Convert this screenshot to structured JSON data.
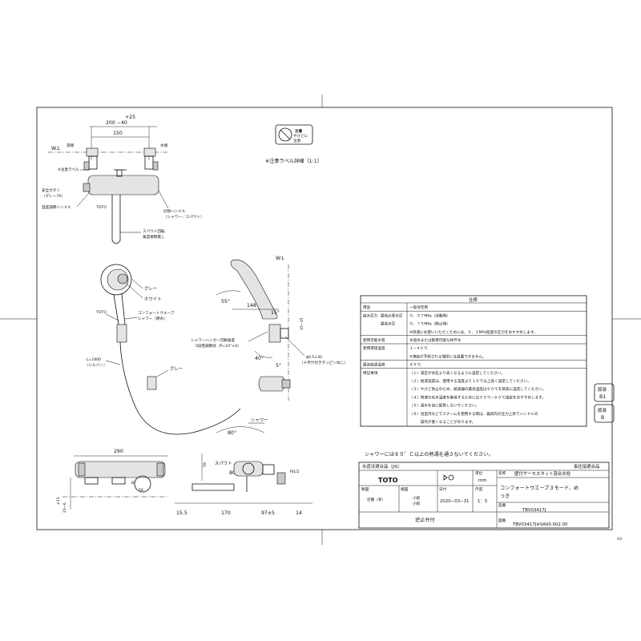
{
  "front_view": {
    "dim_pm": "+25",
    "dim_top": "200  −40",
    "dim_150": "150",
    "wl": "W.L",
    "hot_side": "湯側",
    "cold_side": "水側",
    "caution_label": "※注意ラベル",
    "safety_button": "安全ボタン",
    "safety_button_color": "（グレー70）",
    "temp_handle": "温度調節ハンドル",
    "brand_small": "TOTO",
    "switch_handle": "切替ハンドル",
    "switch_handle_sub": "（シャワー／スパウト）",
    "spout_rotation": "スパウト回転",
    "spout_rotation_sub": "角度規制無し"
  },
  "label_detail": {
    "title": "※注意ラベル詳細（1:1）",
    "text1": "やけどに",
    "text2": "注意",
    "warning": "注意"
  },
  "shower_head": {
    "gray": "グレー",
    "white": "ホワイト",
    "brand": "TOTO",
    "name1": "コンフォートウエーブ",
    "name2": "シャワー（節水）",
    "hose_len": "L=1600",
    "hose_color": "（シルバー）",
    "holder_gray": "グレー"
  },
  "side_view": {
    "wl": "W.L",
    "a55": "55°",
    "d148": "148",
    "a15": "15°",
    "d15_35": "15∼35",
    "a40": "40°",
    "a5": "5°",
    "hanger1": "シャワーハンガー可動角度",
    "hanger2": "5段階調節式（P=10°×4）",
    "screw1": "ϕ4.5×30",
    "screw2": "（十字穴付きタッピンねじ）"
  },
  "bottom_view": {
    "d290": "290",
    "d30": "30",
    "d56": "56",
    "d11": "±11",
    "d23_6": "23∼6",
    "shower": "シャワー",
    "a80": "80°",
    "spout": "スパウト",
    "a80b": "80°",
    "d59": "59",
    "pj": "PJ1/2",
    "d15_5": "15.5",
    "d170": "170",
    "d97": "97±5",
    "d14": "14"
  },
  "spec": {
    "title": "仕様",
    "rows": [
      {
        "k1": "用途",
        "k2": "",
        "v": "一般住宅用"
      },
      {
        "k1": "給水圧力",
        "k2": "最低必要水圧",
        "v": "０．０７MPa（流動時）"
      },
      {
        "k1": "",
        "k2": "最高水圧",
        "v": "０．７５MPa（静止時）"
      },
      {
        "k1": "",
        "k2": "",
        "v": "※快適にお使いいただくためには、０．２MPa程度の圧力をおすすめします。"
      },
      {
        "k1": "使用可能水質",
        "k2": "",
        "v": "水道水または飲用可能な井戸水"
      },
      {
        "k1": "使用環境温度",
        "k2": "",
        "v": "１∼４０℃"
      },
      {
        "k1": "",
        "k2": "",
        "v": "※凍結が予想される場所には設置できません。"
      },
      {
        "k1": "最高給湯温度",
        "k2": "",
        "v": "８５℃"
      },
      {
        "k1": "特記事項",
        "k2": "",
        "v": "（１）湯圧が水圧より高くなるように設定してください。"
      },
      {
        "k1": "",
        "k2": "",
        "v": "（２）給湯温度は、使用する温度より１０℃以上高く設定してください。"
      },
      {
        "k1": "",
        "k2": "",
        "v": "（３）やけど防止のため、給湯器の最高温度は６０℃を目安に設定してください。"
      },
      {
        "k1": "",
        "k2": "",
        "v": "（４）快適な吐水温度を確保するためには５０℃∼６０℃設定をおすすめします。"
      },
      {
        "k1": "",
        "k2": "",
        "v": "（５）湯水を逆に配管しないでください。"
      },
      {
        "k1": "",
        "k2": "",
        "v": "（６）浴室内などでスチームを使用する際は、器具内の圧力上昇でハンドルの"
      },
      {
        "k1": "",
        "k2": "",
        "v": "　　　操作が重くなることがあります。"
      }
    ]
  },
  "marks": {
    "m1a": "節湯",
    "m1b": "B1",
    "m2a": "節湯",
    "m2b": "B"
  },
  "notes": {
    "shower_note": "シャワーには６０゜Ｃ以上の熱湯を通さないでください。"
  },
  "title_block": {
    "jis": "水道法適合品（JIS）",
    "longlife": "長住協適合品",
    "brand": "TOTO",
    "unit_label": "単位",
    "unit": "mm",
    "name_label": "名称",
    "name1": "壁付サーモスタット混合水栓",
    "name2": "コンフォートウエーブ３モード、め",
    "name3": "っき",
    "design_label": "製図",
    "design_val": "近藤（孝）",
    "check_label": "検図",
    "check_val1": "小椋",
    "check_val2": "小椋",
    "date_label": "日付",
    "date": "2020−03−31",
    "scale_label": "尺度",
    "scale": "1：5",
    "part_label": "品番",
    "part": "TBV03417J",
    "check_valve": "逆止弁付",
    "drawing_label": "図番",
    "drawing": "TBV03417J※SA00.002.00"
  },
  "sheet": {
    "size": "A3"
  }
}
